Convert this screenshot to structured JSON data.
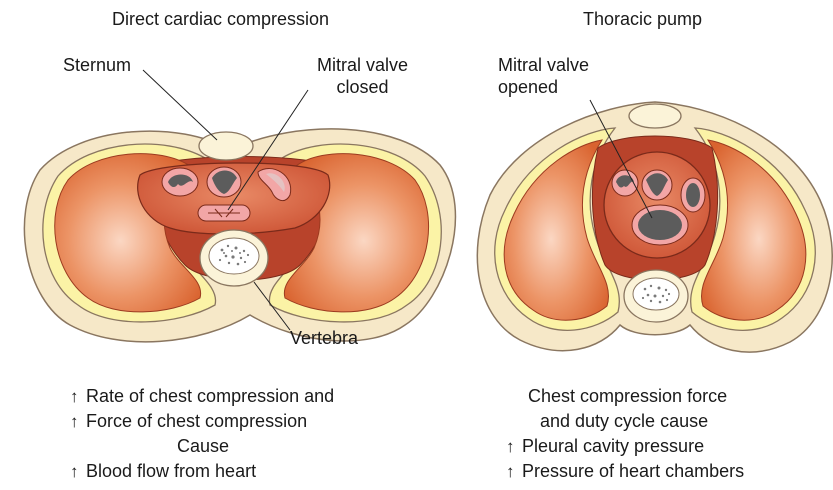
{
  "left_panel": {
    "title": "Direct cardiac compression",
    "labels": {
      "sternum": "Sternum",
      "mitral_line1": "Mitral valve",
      "mitral_line2": "closed",
      "vertebra": "Vertebra"
    },
    "caption": {
      "line1": "Rate of chest compression and",
      "line2": "Force of chest compression",
      "line3": "Cause",
      "line4": "Blood flow from heart"
    }
  },
  "right_panel": {
    "title": "Thoracic pump",
    "labels": {
      "mitral_line1": "Mitral valve",
      "mitral_line2": "opened"
    },
    "caption": {
      "line1": "Chest compression force",
      "line2": "and duty cycle cause",
      "line3": "Pleural cavity pressure",
      "line4": "Pressure of heart chambers"
    }
  },
  "arrow_glyph": "↑",
  "colors": {
    "skin": "#f6e8c8",
    "outline": "#7a6a55",
    "pleura_yellow": "#fbf3a6",
    "lung_orange": "#e0733f",
    "mediastinum_red": "#b8432b",
    "heart": "#d45a3a",
    "valve_pink": "#f2a6a6",
    "chamber_gray": "#5c5c5c"
  }
}
